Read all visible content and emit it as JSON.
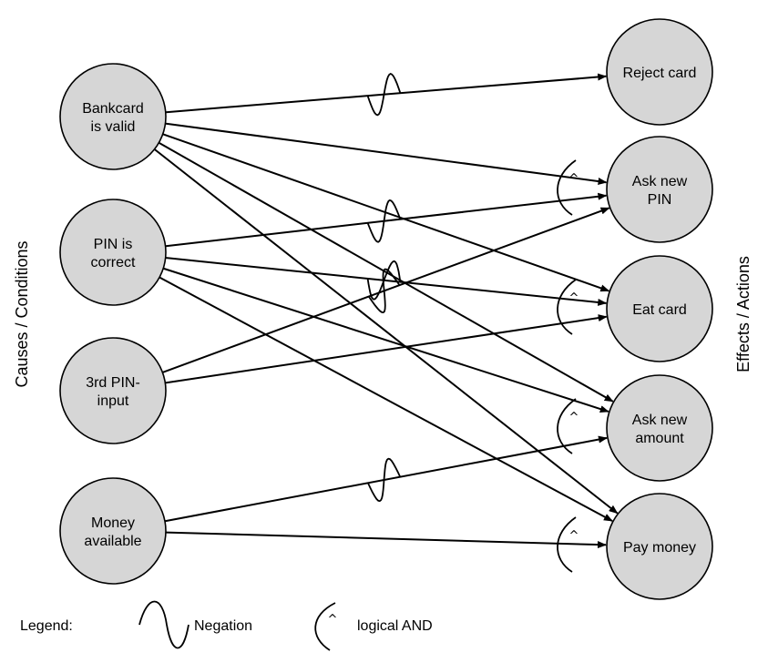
{
  "causes_label": "Causes / Conditions",
  "effects_label": "Effects / Actions",
  "causes": [
    {
      "id": "valid",
      "lines": [
        "Bankcard",
        "is valid"
      ]
    },
    {
      "id": "pin",
      "lines": [
        "PIN is",
        "correct"
      ]
    },
    {
      "id": "third",
      "lines": [
        "3rd PIN-",
        "input"
      ]
    },
    {
      "id": "money",
      "lines": [
        "Money",
        "available"
      ]
    }
  ],
  "effects": [
    {
      "id": "reject",
      "lines": [
        "Reject card"
      ]
    },
    {
      "id": "asknewpin",
      "lines": [
        "Ask new",
        "PIN"
      ]
    },
    {
      "id": "eat",
      "lines": [
        "Eat card"
      ]
    },
    {
      "id": "askamount",
      "lines": [
        "Ask new",
        "amount"
      ]
    },
    {
      "id": "pay",
      "lines": [
        "Pay money"
      ]
    }
  ],
  "edges": [
    {
      "from": "valid",
      "to": "reject",
      "negated": true
    },
    {
      "from": "valid",
      "to": "asknewpin",
      "negated": false
    },
    {
      "from": "valid",
      "to": "eat",
      "negated": false
    },
    {
      "from": "valid",
      "to": "askamount",
      "negated": false
    },
    {
      "from": "valid",
      "to": "pay",
      "negated": false
    },
    {
      "from": "pin",
      "to": "asknewpin",
      "negated": true
    },
    {
      "from": "pin",
      "to": "eat",
      "negated": true
    },
    {
      "from": "pin",
      "to": "askamount",
      "negated": false
    },
    {
      "from": "pin",
      "to": "pay",
      "negated": false
    },
    {
      "from": "third",
      "to": "asknewpin",
      "negated": true
    },
    {
      "from": "third",
      "to": "eat",
      "negated": false
    },
    {
      "from": "money",
      "to": "askamount",
      "negated": true
    },
    {
      "from": "money",
      "to": "pay",
      "negated": false
    }
  ],
  "and_groups": [
    "asknewpin",
    "eat",
    "askamount",
    "pay"
  ],
  "legend": {
    "title": "Legend:",
    "negation": "Negation",
    "and": "logical AND",
    "and_symbol": "^"
  }
}
